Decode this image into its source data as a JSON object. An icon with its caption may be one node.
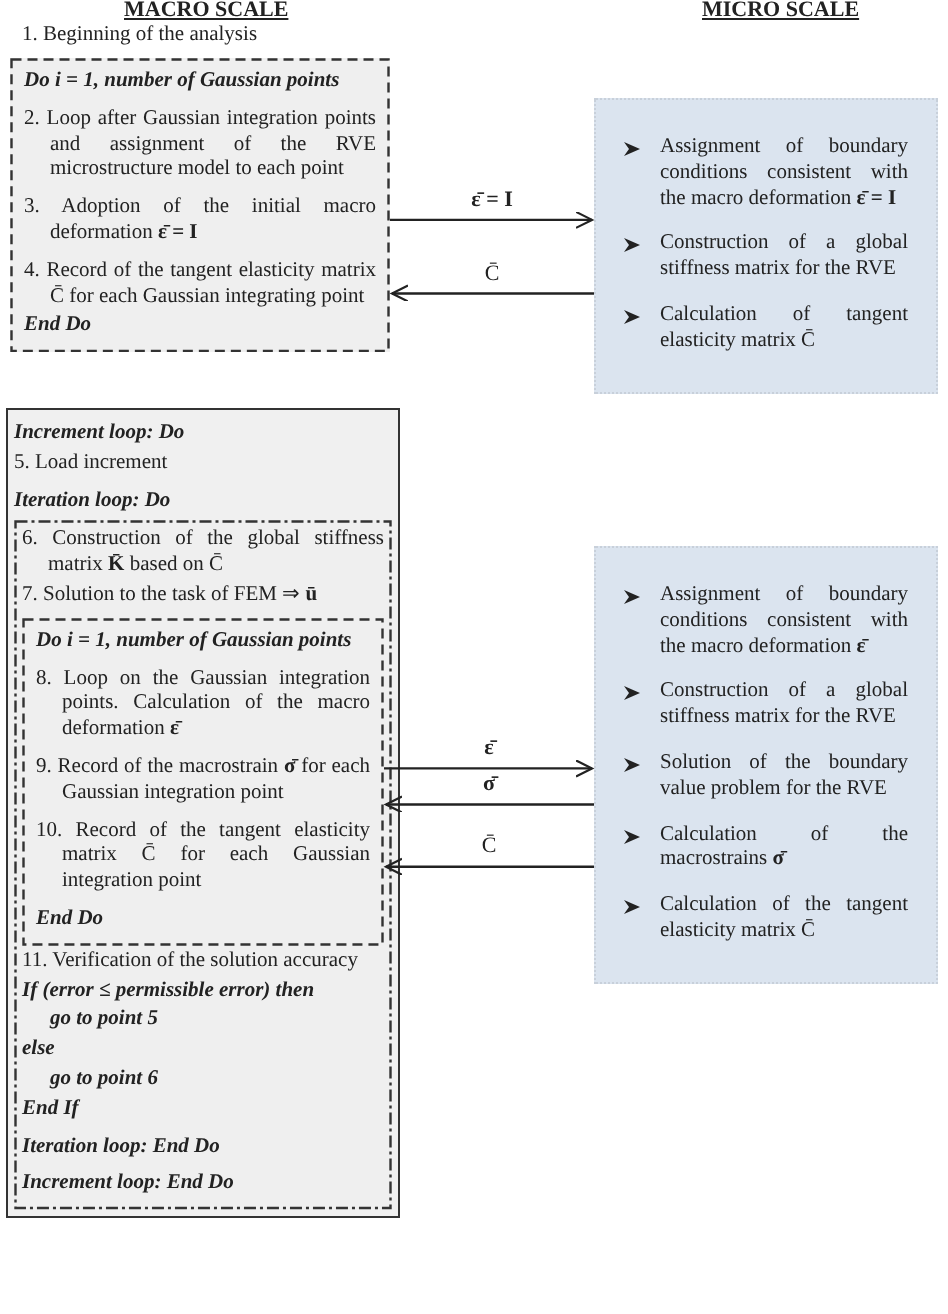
{
  "diagram": {
    "nodes": [
      {
        "text": [
          "Do i = 1, number of Gaussian points",
          "2. Loop after Gaussian integration points and assignment of the RVE microstructure model to each point",
          "3. Adoption of the initial macro deformation **ε̄ = I**",
          "4. Record of the tangent elasticity matrix C̄ for each Gaussian integrating point",
          "End Do"
        ]
      },
      {
        "text": [
          "Assignment of boundary conditions consistent with the macro deformation **ε̄ = I**",
          "Construction of a global stiffness matrix for the RVE",
          "Calculation of tangent elasticity matrix C̄"
        ]
      },
      {
        "text": [
          "Increment loop: Do",
          "5. Load increment",
          "Iteration loop: Do"
        ]
      },
      {
        "text": [
          "6. Construction of the global stiffness matrix **K̄** based on C̄",
          "7. Solution to the task of FEM ⇒ **ū**",
          "11. Verification of the solution accuracy",
          "If (error ≤ permissible error) then",
          "go to point 5",
          "else",
          "go to point 6",
          "End If",
          "Iteration loop: End Do",
          "Increment loop: End Do"
        ],
        "in": 2
      },
      {
        "text": [
          "Do i = 1, number of Gaussian points",
          "8. Loop on the Gaussian integration points. Calculation of the macro deformation **ε̄**",
          "9. Record of the macrostrain **σ̄** for each Gaussian integration point",
          "10. Record of the tangent elasticity matrix C̄ for each Gaussian integration point",
          "End Do"
        ],
        "in": 3
      },
      {
        "text": [
          "Assignment of boundary conditions consistent with the macro deformation **ε̄**",
          "Construction of a global stiffness matrix for the RVE",
          "Solution of the boundary value problem for the RVE",
          "Calculation of the macrostrains **σ̄**",
          "Calculation of the tangent elasticity matrix C̄"
        ]
      }
    ],
    "edges": [
      {
        "from": 0,
        "to": 1,
        "arrow": "to",
        "label": "**ε̄ = I**"
      },
      {
        "from": 1,
        "to": 0,
        "arrow": "to",
        "label": "C̄"
      },
      {
        "from": 4,
        "to": 5,
        "arrow": "to",
        "label": "**ε̄**"
      },
      {
        "from": 5,
        "to": 4,
        "arrow": "to",
        "label": "**σ̄**"
      },
      {
        "from": 5,
        "to": 4,
        "arrow": "to",
        "label": "C̄"
      }
    ],
    "labels": [
      "MACRO SCALE",
      "1. Beginning of the analysis",
      "MICRO SCALE"
    ]
  }
}
